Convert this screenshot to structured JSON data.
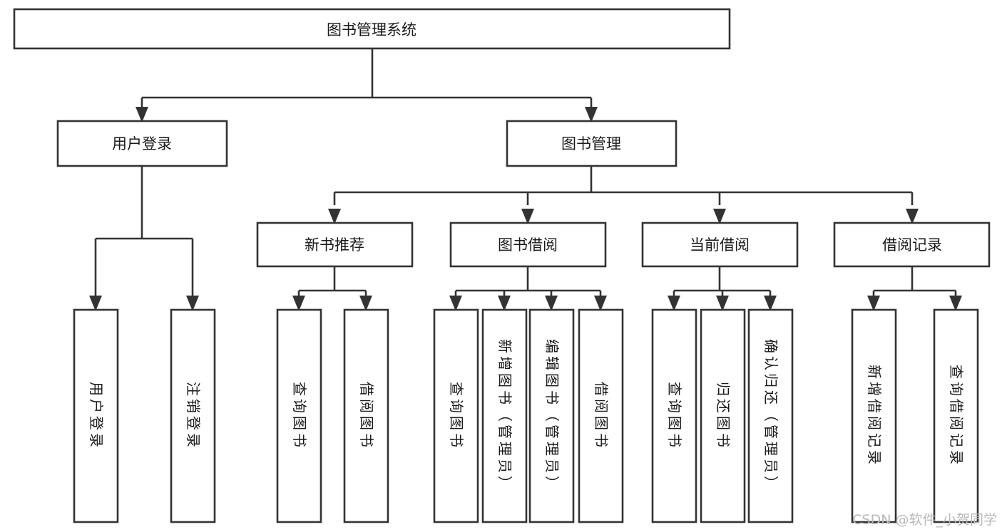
{
  "diagram": {
    "title": "图书管理系统",
    "type": "hierarchy-tree",
    "background_color": "#ffffff",
    "line_color": "#333333",
    "text_color": "#1a1a1a",
    "watermark": "CSDN @软件_小贺同学",
    "watermark_color": "#b9b9b9"
  },
  "root": {
    "label": "图书管理系统"
  },
  "level2": [
    {
      "id": "user-login",
      "label": "用户登录"
    },
    {
      "id": "book-manage",
      "label": "图书管理"
    }
  ],
  "level3": [
    {
      "id": "new-book-recommend",
      "label": "新书推荐",
      "parent": "book-manage"
    },
    {
      "id": "book-borrow",
      "label": "图书借阅",
      "parent": "book-manage"
    },
    {
      "id": "current-borrow",
      "label": "当前借阅",
      "parent": "book-manage"
    },
    {
      "id": "borrow-record",
      "label": "借阅记录",
      "parent": "book-manage"
    }
  ],
  "leaves": {
    "user_login": [
      {
        "id": "leaf-user-login",
        "label": "用户登录"
      },
      {
        "id": "leaf-logout",
        "label": "注销登录"
      }
    ],
    "new_book_recommend": [
      {
        "id": "leaf-query-book-1",
        "label": "查询图书"
      },
      {
        "id": "leaf-borrow-book-1",
        "label": "借阅图书"
      }
    ],
    "book_borrow": [
      {
        "id": "leaf-query-book-2",
        "label": "查询图书"
      },
      {
        "id": "leaf-add-book",
        "label": "新增图书（管理员）"
      },
      {
        "id": "leaf-edit-book",
        "label": "编辑图书（管理员）"
      },
      {
        "id": "leaf-borrow-book-2",
        "label": "借阅图书"
      }
    ],
    "current_borrow": [
      {
        "id": "leaf-query-book-3",
        "label": "查询图书"
      },
      {
        "id": "leaf-return-book",
        "label": "归还图书"
      },
      {
        "id": "leaf-confirm-return",
        "label": "确认归还（管理员）"
      }
    ],
    "borrow_record": [
      {
        "id": "leaf-add-record",
        "label": "新增借阅记录"
      },
      {
        "id": "leaf-query-record",
        "label": "查询借阅记录"
      }
    ]
  }
}
